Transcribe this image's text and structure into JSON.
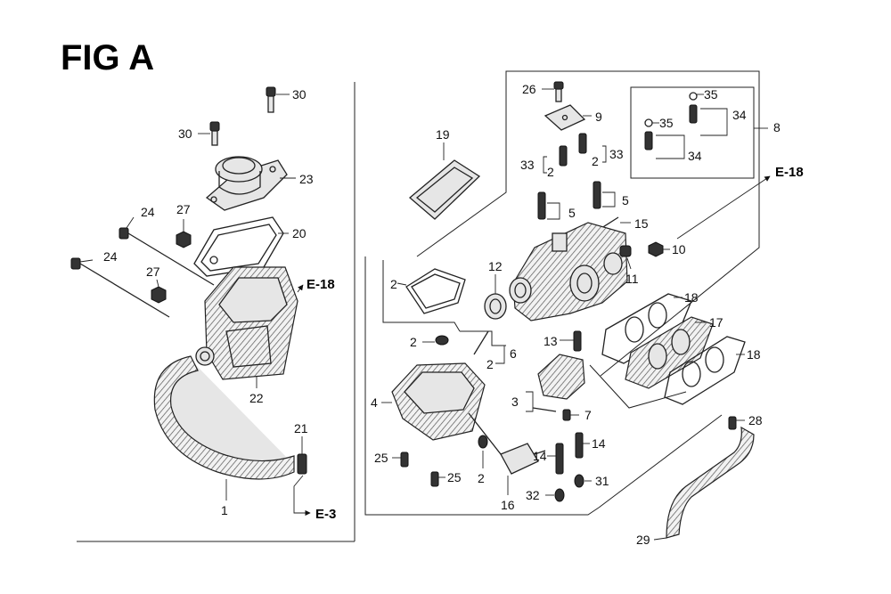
{
  "figure": {
    "title": "FIG A",
    "references": {
      "e18": "E-18",
      "e3": "E-3"
    },
    "callouts": {
      "c1": "1",
      "c21": "21",
      "c22": "22",
      "c23": "23",
      "c20": "20",
      "c30a": "30",
      "c30b": "30",
      "c24a": "24",
      "c24b": "24",
      "c27a": "27",
      "c27b": "27",
      "c19": "19",
      "c26": "26",
      "c9": "9",
      "c33a": "33",
      "c33b": "33",
      "c2a": "2",
      "c2b": "2",
      "c35a": "35",
      "c35b": "35",
      "c34a": "34",
      "c34b": "34",
      "c8": "8",
      "c5a": "5",
      "c5b": "5",
      "c15": "15",
      "c10": "10",
      "c11": "11",
      "c12": "12",
      "c2c": "2",
      "c2d": "2",
      "c13": "13",
      "c2e": "2",
      "c6": "6",
      "c4": "4",
      "c3": "3",
      "c7": "7",
      "c18a": "18",
      "c17": "17",
      "c18b": "18",
      "c25a": "25",
      "c25b": "25",
      "c2f": "2",
      "c16": "16",
      "c14a": "14",
      "c14b": "14",
      "c31": "31",
      "c32": "32",
      "c28": "28",
      "c29": "29"
    }
  }
}
